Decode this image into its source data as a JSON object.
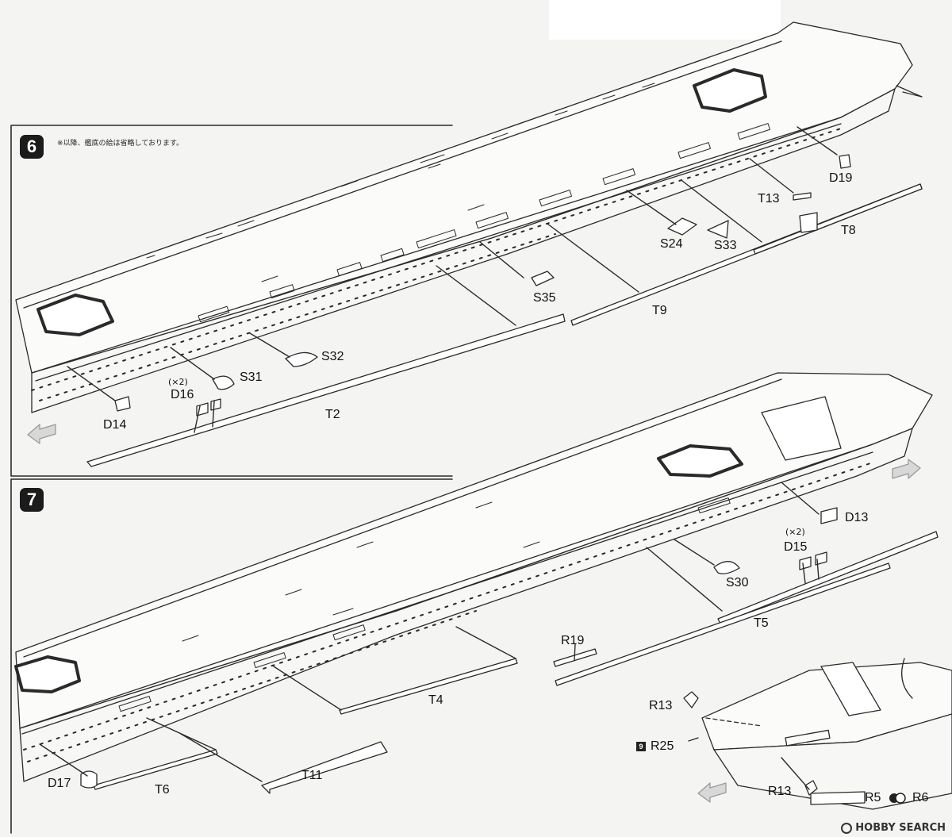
{
  "step6": {
    "number": "6",
    "note": "※以降、艦底の絵は省略しております。",
    "parts": {
      "d19": "D19",
      "t13": "T13",
      "t8": "T8",
      "s24": "S24",
      "s33": "S33",
      "s35": "S35",
      "t9": "T9",
      "s32": "S32",
      "s31": "S31",
      "d16": "D16",
      "d16_qty": "(×2)",
      "d14": "D14",
      "t2": "T2"
    }
  },
  "step7": {
    "number": "7",
    "parts": {
      "d13": "D13",
      "d15": "D15",
      "d15_qty": "(×2)",
      "s30": "S30",
      "t5": "T5",
      "r19": "R19",
      "t4": "T4",
      "r13_top": "R13",
      "r25": "R25",
      "r25_ref": "9",
      "d17": "D17",
      "t6": "T6",
      "t11": "T11",
      "r13_bottom": "R13",
      "r5": "R5",
      "r6": "R6"
    }
  },
  "watermark": "HOBBY SEARCH",
  "colors": {
    "line": "#2a2a2a",
    "paper": "#f4f4f2",
    "badge": "#1b1b1b",
    "fill": "#ffffff"
  }
}
